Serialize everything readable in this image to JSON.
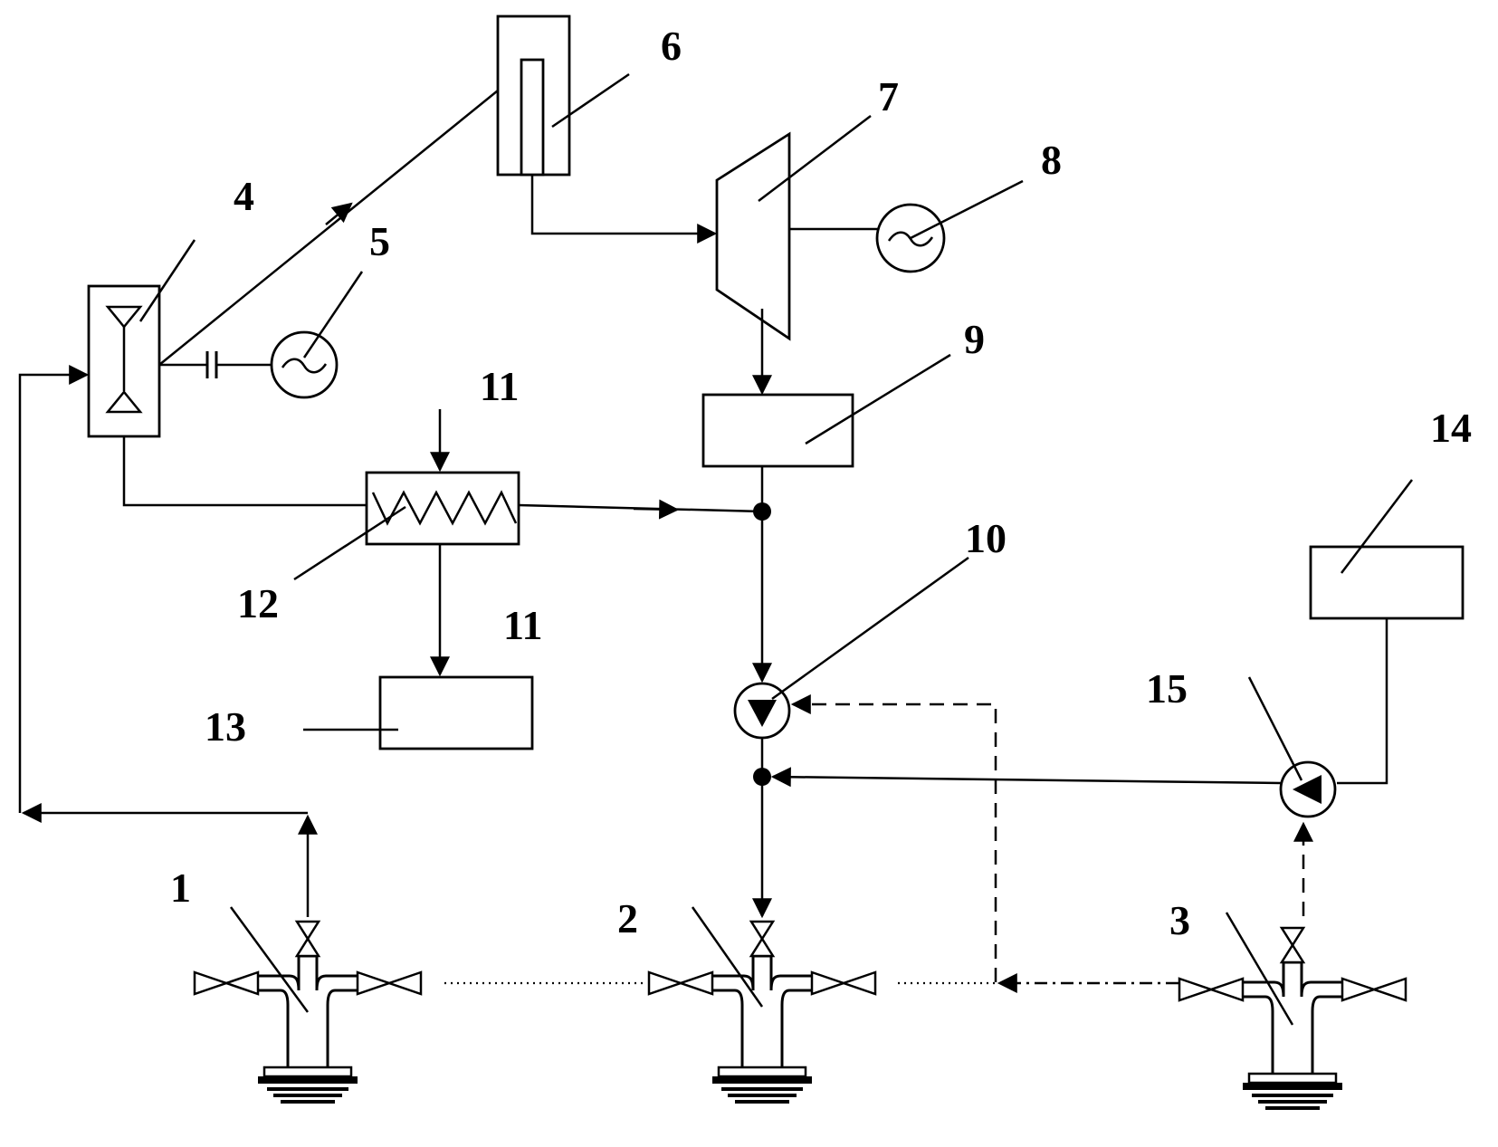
{
  "diagram": {
    "labels": {
      "well_1": "1",
      "well_2": "2",
      "well_3": "3",
      "separator_4": "4",
      "generator_5": "5",
      "tank_6": "6",
      "turbine_7": "7",
      "generator_8": "8",
      "box_9": "9",
      "pump_10": "10",
      "input_11_top": "11",
      "input_11_bottom": "11",
      "heat_exchanger_12": "12",
      "box_13": "13",
      "box_14": "14",
      "pump_15": "15"
    }
  }
}
